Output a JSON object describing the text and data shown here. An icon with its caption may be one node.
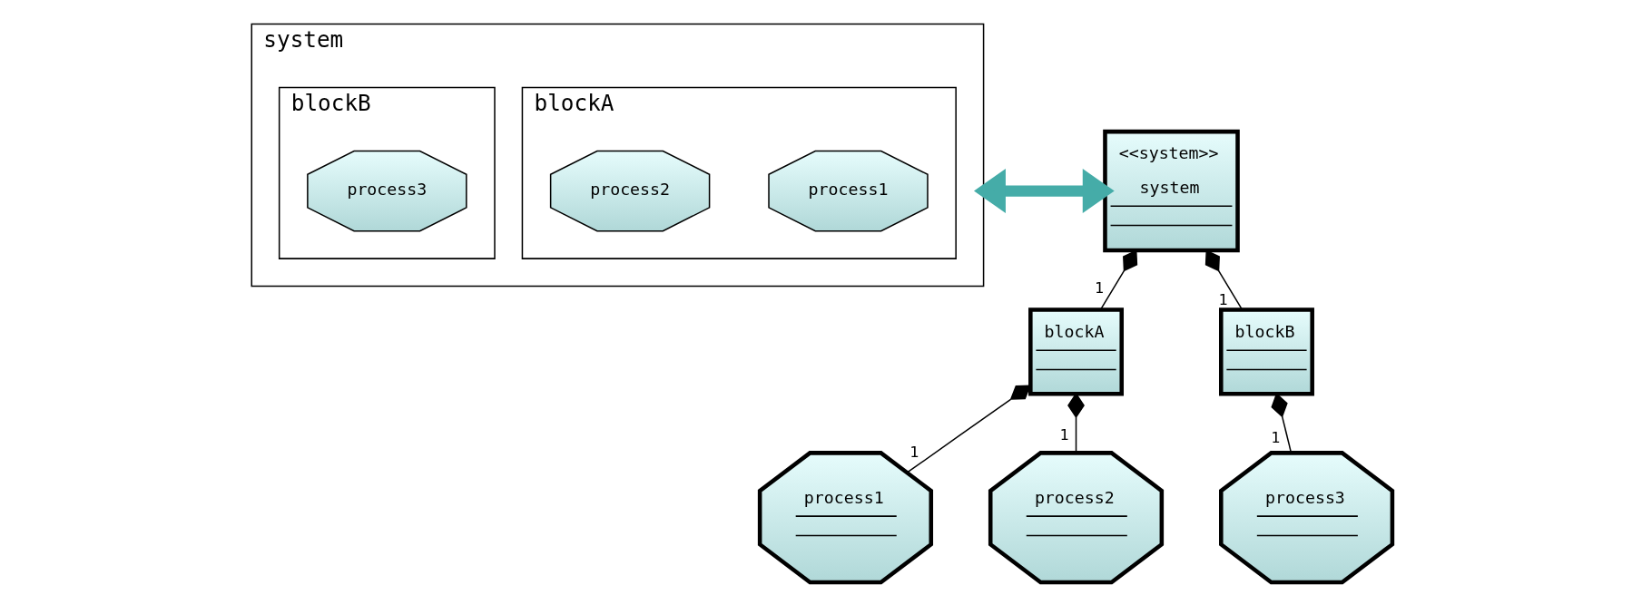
{
  "diagram": {
    "nodes": [
      {
        "text": [
          "system"
        ]
      },
      {
        "text": [
          "blockA"
        ],
        "in": 0
      },
      {
        "text": [
          "process1"
        ],
        "in": 1
      },
      {
        "text": [
          "process2"
        ],
        "in": 1
      },
      {
        "text": [
          "blockB"
        ],
        "in": 0
      },
      {
        "text": [
          "process3"
        ],
        "in": 4
      },
      {
        "text": [
          "<<system>>",
          "system"
        ]
      },
      {
        "text": [
          "blockA"
        ]
      },
      {
        "text": [
          "blockB"
        ]
      },
      {
        "text": [
          "process1"
        ]
      },
      {
        "text": [
          "process2"
        ]
      },
      {
        "text": [
          "process3"
        ]
      }
    ],
    "edges": [
      {
        "from": 0,
        "to": 6,
        "arrow": "both",
        "style": "thick",
        "color": "#45aca8"
      },
      {
        "from": 6,
        "to": 7,
        "arrow": "other",
        "label": "1"
      },
      {
        "from": 6,
        "to": 8,
        "arrow": "other",
        "label": "1"
      },
      {
        "from": 7,
        "to": 9,
        "arrow": "other",
        "label": "1"
      },
      {
        "from": 7,
        "to": 10,
        "arrow": "other",
        "label": "1"
      },
      {
        "from": 8,
        "to": 11,
        "arrow": "other",
        "label": "1"
      }
    ]
  }
}
